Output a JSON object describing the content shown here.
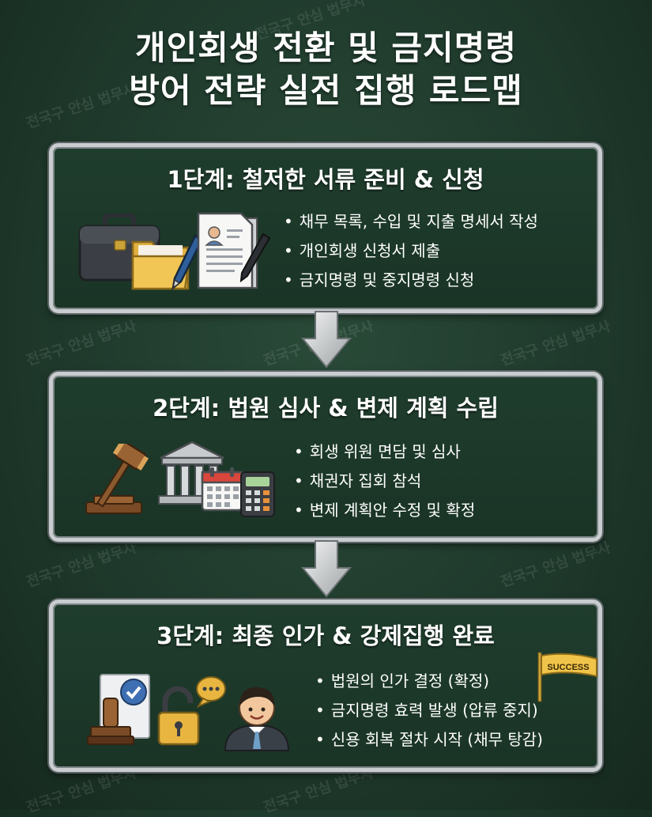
{
  "title": {
    "line1": "개인회생 전환 및 금지명령",
    "line2": "방어 전략 실전 집행 로드맵"
  },
  "watermark": "전국구 안심 법무사",
  "steps": [
    {
      "title": "1단계: 철저한 서류 준비 & 신청",
      "bullets": [
        "채무 목록, 수입 및 지출 명세서 작성",
        "개인회생 신청서 제출",
        "금지명령 및 중지명령 신청"
      ],
      "icons": [
        "briefcase-icon",
        "folder-icon",
        "pen-icon",
        "document-icon"
      ]
    },
    {
      "title": "2단계: 법원 심사 & 변제 계획 수립",
      "bullets": [
        "회생 위원 면담 및 심사",
        "채권자 집회 참석",
        "변제 계획안 수정 및 확정"
      ],
      "icons": [
        "gavel-icon",
        "courthouse-icon",
        "calendar-icon",
        "calculator-icon"
      ]
    },
    {
      "title": "3단계: 최종 인가 & 강제집행 완료",
      "bullets": [
        "법원의 인가 결정 (확정)",
        "금지명령 효력 발생 (압류 중지)",
        "신용 회복 절차 시작 (채무 탕감)"
      ],
      "icons": [
        "stamp-icon",
        "unlocked-padlock-icon",
        "person-icon",
        "success-flag-icon"
      ],
      "flag_text": "SUCCESS"
    }
  ],
  "colors": {
    "background": "#1f3a2c",
    "card_border": "#c9cdcf",
    "arrow": "#d9dcdd",
    "accent_gold": "#e8b640"
  }
}
